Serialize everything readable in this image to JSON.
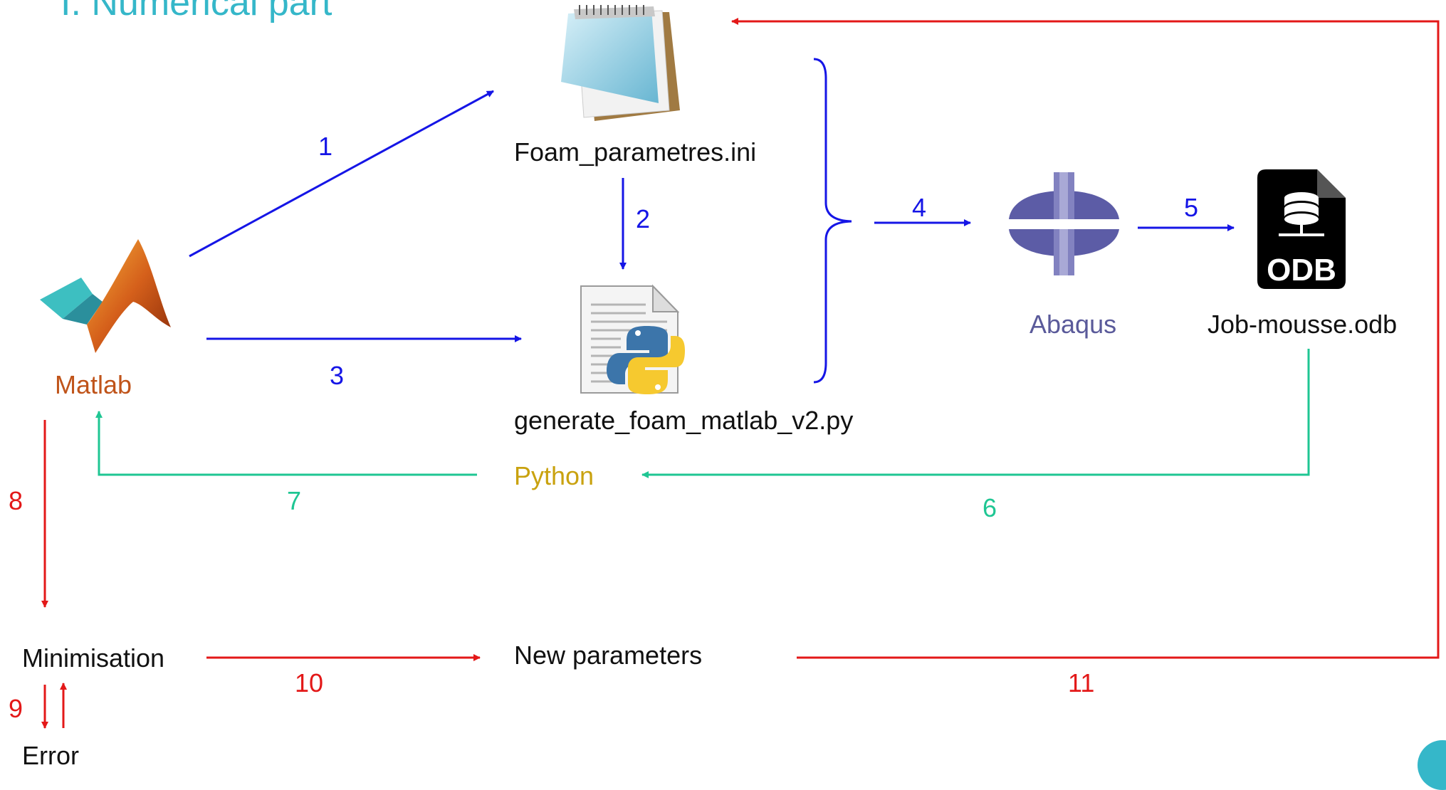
{
  "title": "I. Numerical part",
  "nodes": {
    "matlab": "Matlab",
    "foam_ini": "Foam_parametres.ini",
    "py_script": "generate_foam_matlab_v2.py",
    "abaqus": "Abaqus",
    "odb_file": "Job-mousse.odb",
    "python": "Python",
    "minimisation": "Minimisation",
    "new_params": "New parameters",
    "error": "Error"
  },
  "steps": {
    "s1": "1",
    "s2": "2",
    "s3": "3",
    "s4": "4",
    "s5": "5",
    "s6": "6",
    "s7": "7",
    "s8": "8",
    "s9": "9",
    "s10": "10",
    "s11": "11"
  },
  "odb_icon_text": "ODB",
  "colors": {
    "blue": "#1515e6",
    "green": "#1fc693",
    "red": "#e31818",
    "matlab": "#c0541a",
    "python": "#c9a20f",
    "abaqus": "#5a5a9a",
    "title": "#35b7c9"
  },
  "icons": {
    "matlab": "matlab-logo-icon",
    "notepad": "notepad-icon",
    "python_file": "python-file-icon",
    "abaqus": "abaqus-logo-icon",
    "odb": "odb-database-file-icon"
  }
}
